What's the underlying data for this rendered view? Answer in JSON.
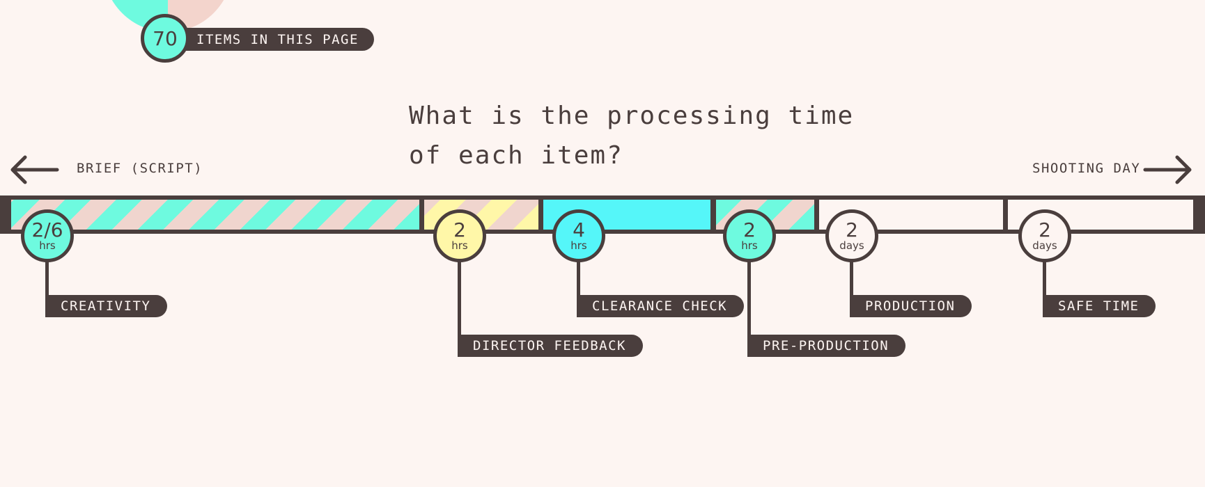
{
  "header": {
    "item_count": "70",
    "item_count_label": "ITEMS IN THIS PAGE"
  },
  "title": {
    "line1": "What is the processing time",
    "line2": "of each item?"
  },
  "timeline": {
    "start_label": "BRIEF (SCRIPT)",
    "end_label": "SHOOTING DAY",
    "stages": [
      {
        "value": "2/6",
        "unit": "hrs",
        "label": "CREATIVITY",
        "color": "#6efadf",
        "fill": "mint-stripes"
      },
      {
        "value": "2",
        "unit": "hrs",
        "label": "DIRECTOR FEEDBACK",
        "color": "#fff7a8",
        "fill": "yellow-stripes"
      },
      {
        "value": "4",
        "unit": "hrs",
        "label": "CLEARANCE CHECK",
        "color": "#55f6f9",
        "fill": "solid-cyan"
      },
      {
        "value": "2",
        "unit": "hrs",
        "label": "PRE-PRODUCTION",
        "color": "#6efadf",
        "fill": "mint-stripes"
      },
      {
        "value": "2",
        "unit": "days",
        "label": "PRODUCTION",
        "color": "#fdf5f2",
        "fill": "empty"
      },
      {
        "value": "2",
        "unit": "days",
        "label": "SAFE TIME",
        "color": "#fdf5f2",
        "fill": "empty"
      }
    ]
  },
  "colors": {
    "background": "#fdf5f2",
    "ink": "#4a3e3d",
    "mint": "#6efadf",
    "cyan": "#55f6f9",
    "yellow": "#fff7a8",
    "blush": "#f0d5ce"
  },
  "icons": {
    "left_arrow": "arrow-left-icon",
    "right_arrow": "arrow-right-icon"
  }
}
